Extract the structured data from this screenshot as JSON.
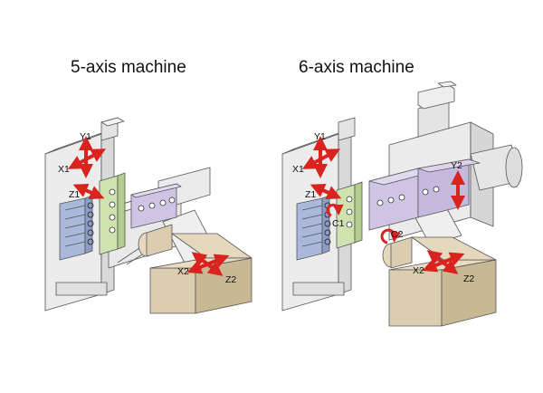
{
  "titles": {
    "five_axis": "5-axis machine",
    "six_axis": "6-axis machine"
  },
  "axes": {
    "five_axis": [
      "Y1",
      "X1",
      "Z1",
      "X2",
      "Z2"
    ],
    "six_axis": [
      "Y1",
      "X1",
      "Z1",
      "C1",
      "Y2",
      "C2",
      "X2",
      "Z2"
    ]
  },
  "colors": {
    "frame": "#ececec",
    "frame_stroke": "#555555",
    "blue_tool": "#aab8dc",
    "green_tool": "#cfe3b0",
    "purple_tool": "#cfc4e4",
    "spindle_box": "#dccdb0",
    "arrow": "#d8231f"
  }
}
